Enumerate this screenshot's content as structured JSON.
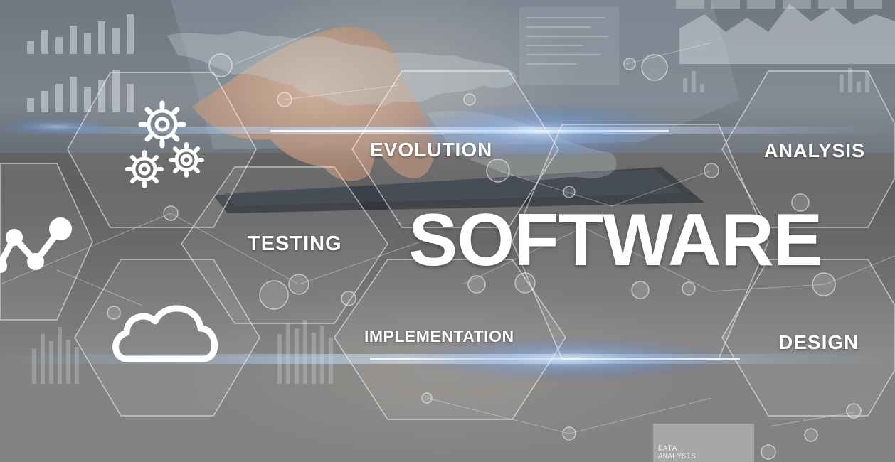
{
  "image": {
    "description_free": true,
    "headline": "SOFTWARE",
    "terms": {
      "evolution": "EVOLUTION",
      "analysis": "ANALYSIS",
      "testing": "TESTING",
      "implementation": "IMPLEMENTATION",
      "design": "DESIGN"
    },
    "small_text": "DATA\nANALYSIS"
  },
  "colors": {
    "text": "#ffffff",
    "glow": "#7fb8ff",
    "lines": "#ffffff"
  },
  "icons": [
    "gears-icon",
    "line-chart-icon",
    "cloud-icon",
    "bar-chart-icon",
    "world-map-icon"
  ]
}
